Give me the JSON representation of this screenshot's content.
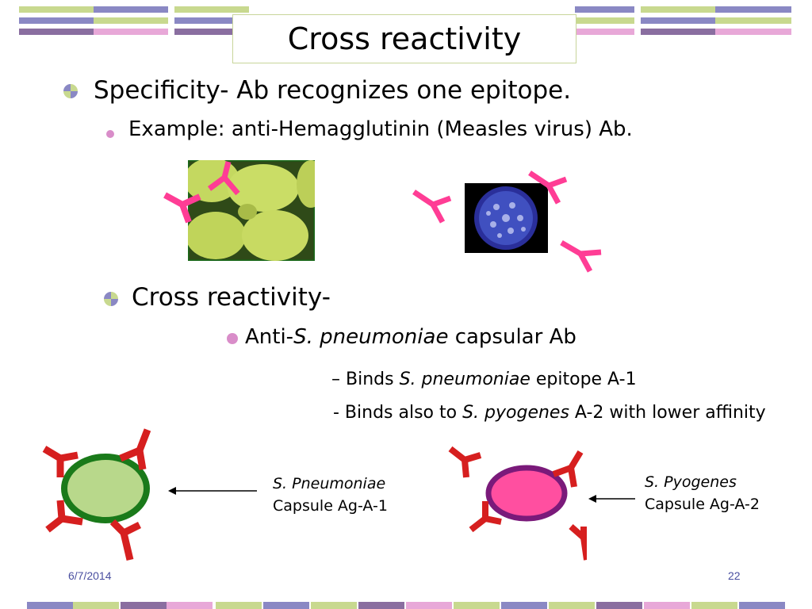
{
  "title": "Cross reactivity",
  "bullets": {
    "specificity": "Specificity-  Ab recognizes one epitope.",
    "example": "Example: anti-Hemagglutinin (Measles virus) Ab.",
    "cross": "Cross reactivity-",
    "anti_prefix": "Anti-",
    "anti_species": "S. pneumoniae",
    "anti_suffix": " capsular Ab",
    "binds1_prefix": "– Binds ",
    "binds1_species": "S. pneumoniae",
    "binds1_suffix": " epitope A-1",
    "binds2_prefix": "- Binds also to ",
    "binds2_species": "S. pyogenes",
    "binds2_suffix": " A-2 with lower affinity"
  },
  "captions": {
    "pneumo_line1": "S. Pneumoniae",
    "pneumo_line2": "Capsule Ag-A-1",
    "pyo_line1": "S. Pyogenes",
    "pyo_line2": "Capsule Ag-A-2"
  },
  "footer": {
    "date": "6/7/2014",
    "page": "22"
  },
  "colors": {
    "antibody_pink": "#ff3d95",
    "antibody_red": "#d61f1f",
    "capsule_green_fill": "#b8d88b",
    "capsule_green_border": "#1a7a1a",
    "capsule_pink_fill": "#ff4fa0",
    "capsule_pink_border": "#7a1a7a",
    "band_green": "#c8d98f",
    "band_purple": "#8a7ab8",
    "band_pink": "#e8a8d8",
    "footer_text": "#4a4fa0"
  },
  "icons": [
    "antibody-y-icon",
    "measles-virus-micrograph",
    "virus-particle-image",
    "arrow-left-icon"
  ]
}
